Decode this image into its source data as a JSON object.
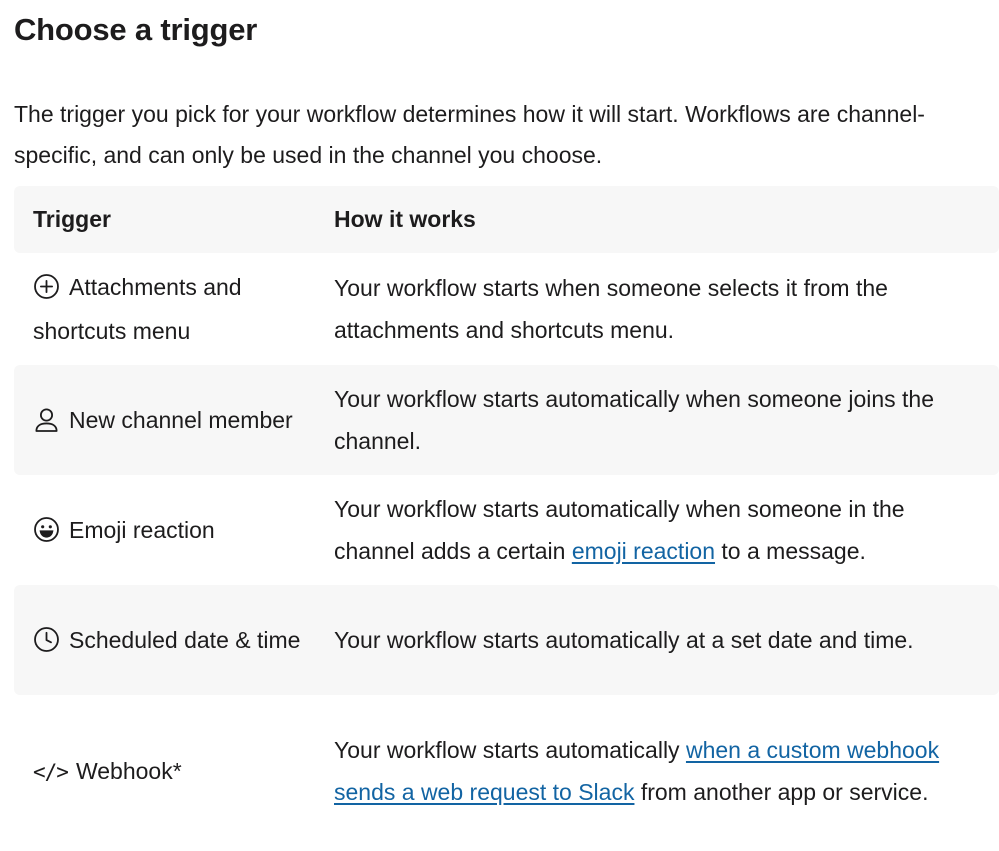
{
  "heading": "Choose a trigger",
  "intro": "The trigger you pick for your workflow determines how it will start. Workflows are channel-specific, and can only be used in the channel you choose.",
  "table": {
    "headers": {
      "trigger": "Trigger",
      "how": "How it works"
    },
    "rows": [
      {
        "icon": "plus-circle-icon",
        "trigger": "Attachments and shortcuts menu",
        "how_before": "Your workflow starts when someone selects it from the attachments and shortcuts menu."
      },
      {
        "icon": "person-icon",
        "trigger": "New channel member",
        "how_before": "Your workflow starts automatically when someone joins the channel."
      },
      {
        "icon": "emoji-smile-icon",
        "trigger": "Emoji reaction",
        "how_before": "Your workflow starts automatically when someone in the channel adds a certain ",
        "link": "emoji reaction",
        "how_after": " to a message."
      },
      {
        "icon": "clock-icon",
        "trigger": "Scheduled date & time",
        "how_before": "Your workflow starts automatically at a set date and time."
      },
      {
        "icon_text": "</>",
        "trigger": "Webhook*",
        "how_before": "Your workflow starts automatically ",
        "link": "when a custom webhook sends a web request to Slack",
        "how_after": " from another app or service."
      }
    ]
  },
  "colors": {
    "text": "#1d1c1d",
    "link": "#1264a3",
    "row_shade": "#f7f7f7"
  }
}
